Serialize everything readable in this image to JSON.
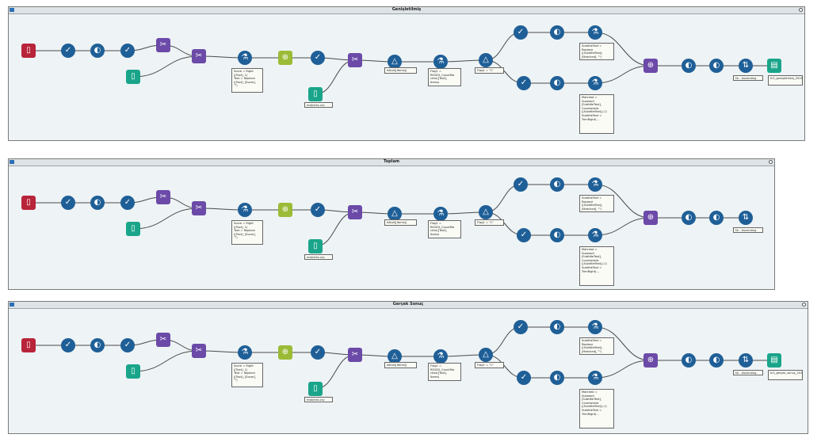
{
  "containers": [
    {
      "title": "Genişletilmiş",
      "notes": {
        "formula1": "Score = Right\n([Text], 1)\nText = Replace\n([Text], [Score],\n\"\")",
        "formula2": "Flag1 =\nREGEX_CountMa\nches([Text],\nItems)",
        "filter1": "IsNull([Items])",
        "filter2": "Flag1 = \"1\"",
        "formula3": "SubtitleText =\nReplace\n([SubtitleText],\n[Matched], \"\")",
        "formula4": "Matched =\nSubword\n[SubtitleText],\nCountwords\n([SubtitleText])-1)\nSubtitleText =\nTrimRight(...",
        "input": "matches.csv",
        "sort": "Nr - Ascending",
        "output": "fc3_genişletilmiş_2021.csv"
      }
    },
    {
      "title": "Toplam",
      "notes": {
        "formula1": "Score = Right\n([Text], 1)\nText = Replace\n([Text], [Score],\n\"\")",
        "formula2": "Flag1 =\nREGEX_CountMa\nches([Text],\nItems)",
        "filter1": "IsNull([Items])",
        "filter2": "Flag1 = \"1\"",
        "formula3": "SubtitleText =\nReplace\n([SubtitleText],\n[Matched], \"\")",
        "formula4": "Matched =\nSubword\n[SubtitleText],\nCountwords\n([SubtitleText])-1)\nSubtitleText =\nTrimRight(...",
        "input": "matches.csv",
        "sort": "Nr - Ascending",
        "output": ""
      }
    },
    {
      "title": "Gerçek Sonuç",
      "notes": {
        "formula1": "Score = Right\n([Text], 1)\nText = Replace\n([Text], [Score],\n\"\")",
        "formula2": "Flag1 =\nREGEX_CountMa\nches([Text],\nItems)",
        "filter1": "IsNull([Items])",
        "filter2": "Flag1 = \"1\"",
        "formula3": "SubtitleText =\nReplace\n([SubtitleText],\n[Matched], \"\")",
        "formula4": "Matched =\nSubword\n[SubtitleText],\nCountwords\n([SubtitleText])-1)\nSubtitleText =\nTrimRight(...",
        "input": "matches.csv",
        "sort": "Nr - Ascending",
        "output": "fc3_gerçek_sonuç_2021.csv"
      }
    }
  ],
  "icons": {
    "input": "book-icon",
    "db": "database-icon",
    "select": "checkmark-icon",
    "formula": "flask-icon",
    "filter": "triangle-icon",
    "join": "scissors-icon",
    "sort": "sort-icon",
    "union": "union-icon",
    "output": "document-icon"
  },
  "colors": {
    "canvas": "#eef3f5",
    "tool_blue": "#1f5f97",
    "input_red": "#b8243a",
    "join_purple": "#6b4aa8",
    "input_green": "#1aa58a",
    "text_lime": "#9bbb36"
  }
}
